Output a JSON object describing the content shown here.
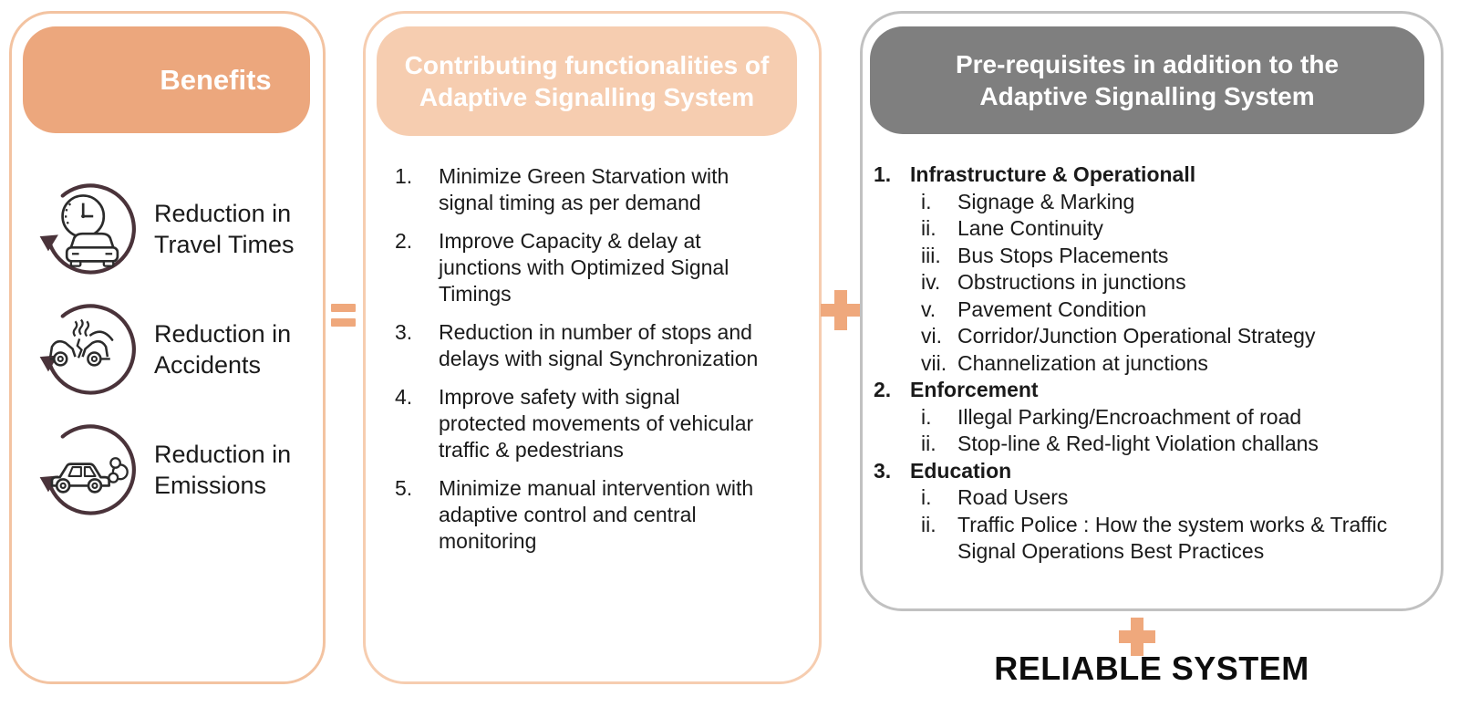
{
  "benefits_panel": {
    "title": "Benefits",
    "items": [
      {
        "icon": "travel-time-cycle-icon",
        "label": "Reduction in\nTravel Times"
      },
      {
        "icon": "car-crash-cycle-icon",
        "label": "Reduction in\nAccidents"
      },
      {
        "icon": "car-emissions-cycle-icon",
        "label": "Reduction in\nEmissions"
      }
    ]
  },
  "functionalities_panel": {
    "title": "Contributing functionalities of\nAdaptive Signalling System",
    "items": [
      {
        "number": "1.",
        "text": "Minimize Green Starvation with\nsignal timing as per demand"
      },
      {
        "number": "2.",
        "text": "Improve Capacity & delay at\njunctions with Optimized Signal\nTimings"
      },
      {
        "number": "3.",
        "text": "Reduction in number of stops and\ndelays with signal Synchronization"
      },
      {
        "number": "4.",
        "text": "Improve safety with signal\nprotected movements of vehicular\ntraffic & pedestrians"
      },
      {
        "number": "5.",
        "text": "Minimize manual intervention with\nadaptive control and central\nmonitoring"
      }
    ]
  },
  "prerequisites_panel": {
    "title": "Pre-requisites in addition to the\nAdaptive Signalling System",
    "sections": [
      {
        "number": "1.",
        "title": "Infrastructure & Operationall",
        "subitems": [
          {
            "marker": "i.",
            "text": "Signage & Marking"
          },
          {
            "marker": "ii.",
            "text": "Lane Continuity"
          },
          {
            "marker": "iii.",
            "text": "Bus Stops Placements"
          },
          {
            "marker": "iv.",
            "text": "Obstructions in junctions"
          },
          {
            "marker": "v.",
            "text": "Pavement Condition"
          },
          {
            "marker": "vi.",
            "text": "Corridor/Junction Operational Strategy"
          },
          {
            "marker": "vii.",
            "text": "Channelization at junctions"
          }
        ]
      },
      {
        "number": "2.",
        "title": "Enforcement",
        "subitems": [
          {
            "marker": "i.",
            "text": "Illegal Parking/Encroachment of road"
          },
          {
            "marker": "ii.",
            "text": "Stop-line & Red-light Violation challans"
          }
        ]
      },
      {
        "number": "3.",
        "title": "Education",
        "subitems": [
          {
            "marker": "i.",
            "text": "Road Users"
          },
          {
            "marker": "ii.",
            "text": "Traffic Police : How the system works & Traffic\nSignal Operations Best Practices"
          }
        ]
      }
    ]
  },
  "operators": {
    "equals": "=",
    "plus_between_panels": "+",
    "plus_below_panel": "+"
  },
  "footer": {
    "label": "RELIABLE SYSTEM"
  },
  "colors": {
    "benefits_header_bg": "#ECA77D",
    "functionalities_header_bg": "#F6CDB0",
    "prerequisites_header_bg": "#7F7F7F",
    "left_panel_border": "#F3C3A1",
    "middle_panel_border": "#F6CDB0",
    "right_panel_border": "#C1C1C1",
    "operator_color": "#EFA87C",
    "icon_ring_color": "#4A333A",
    "text_color": "#1A1A1A"
  }
}
